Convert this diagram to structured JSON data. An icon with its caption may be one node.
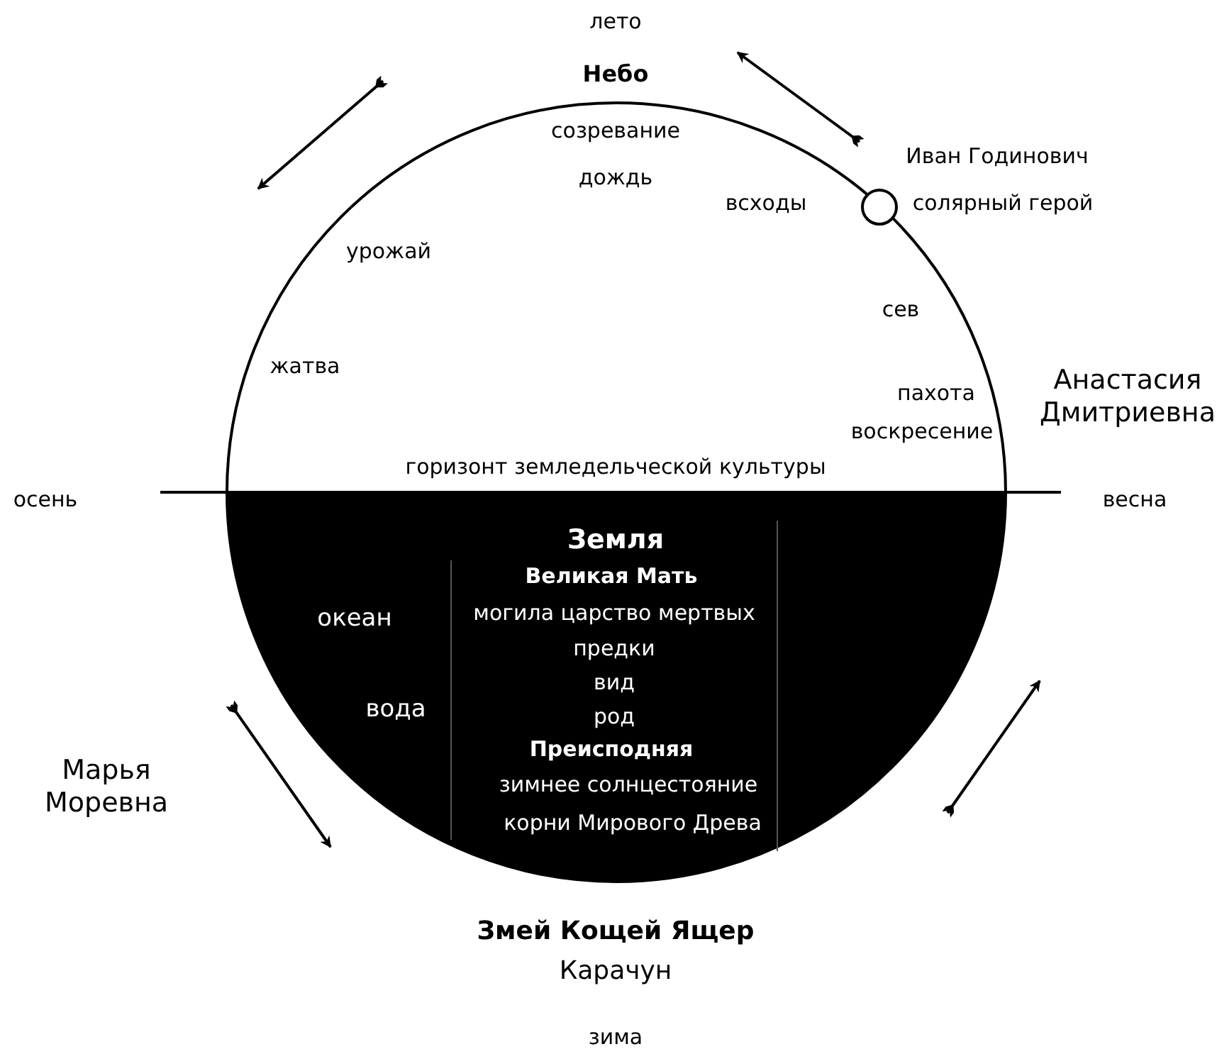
{
  "diagram": {
    "labels": [
      "лето",
      "Небо",
      "созревание",
      "Иван Годинович",
      "дождь",
      "всходы",
      "солярный герой",
      "урожай",
      "сев",
      "жатва",
      "Анастасия Дмитриевна",
      "пахота",
      "воскресение",
      "горизонт земледельческой культуры",
      "осень",
      "весна",
      "Земля",
      "Великая Мать",
      "океан",
      "могила царство мертвых",
      "предки",
      "вода",
      "вид",
      "род",
      "Марья Моревна",
      "Преисподняя",
      "зимнее солнцестояние",
      "корни Мирового Древа",
      "Змей Кощей Ящер",
      "Карачун",
      "зима"
    ]
  }
}
